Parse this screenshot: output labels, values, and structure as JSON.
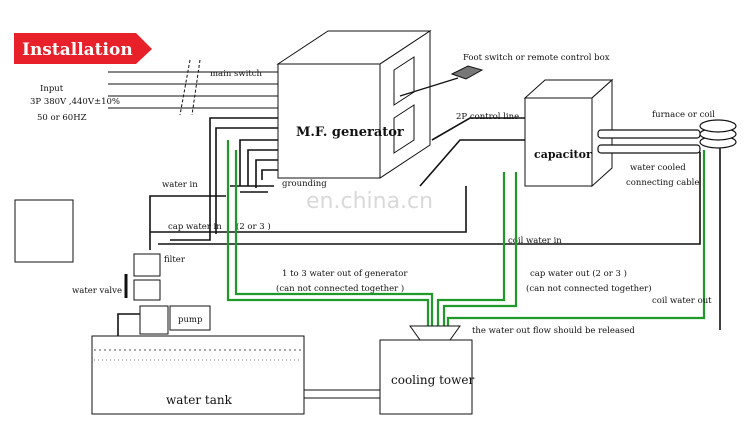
{
  "banner": {
    "title": "Installation",
    "color": "#e8202a"
  },
  "power": {
    "input_label": "Input",
    "voltage": "3P 380V ,440V±10%",
    "frequency": "50 or 60HZ",
    "main_switch": "main switch"
  },
  "components": {
    "generator": "M.F. generator",
    "capacitor": "capacitor",
    "water_tank": "water tank",
    "cooling_tower": "cooling tower",
    "pump": "pump",
    "filter": "filter",
    "water_valve": "water valve",
    "foot_switch": "Foot switch or remote control box",
    "furnace": "furnace or coil"
  },
  "connections": {
    "control_line": "2P control line",
    "water_cooled_1": "water cooled",
    "water_cooled_2": "connecting cable",
    "grounding": "grounding",
    "water_in": "water in",
    "cap_water_in": "cap water in",
    "cap_water_in_count": "(2 or 3 )",
    "coil_water_in": "coil water in",
    "gen_water_out_1": "1 to 3 water out of generator",
    "gen_water_out_2": "(can not connected together )",
    "cap_water_out_1": "cap water out (2 or 3 )",
    "cap_water_out_2": "(can not connected together)",
    "coil_water_out": "coil water out",
    "release_note": "the water out flow should be released"
  },
  "watermark": "en.china.cn",
  "colors": {
    "green_pipe": "#1f9a2a",
    "line": "#111111"
  }
}
